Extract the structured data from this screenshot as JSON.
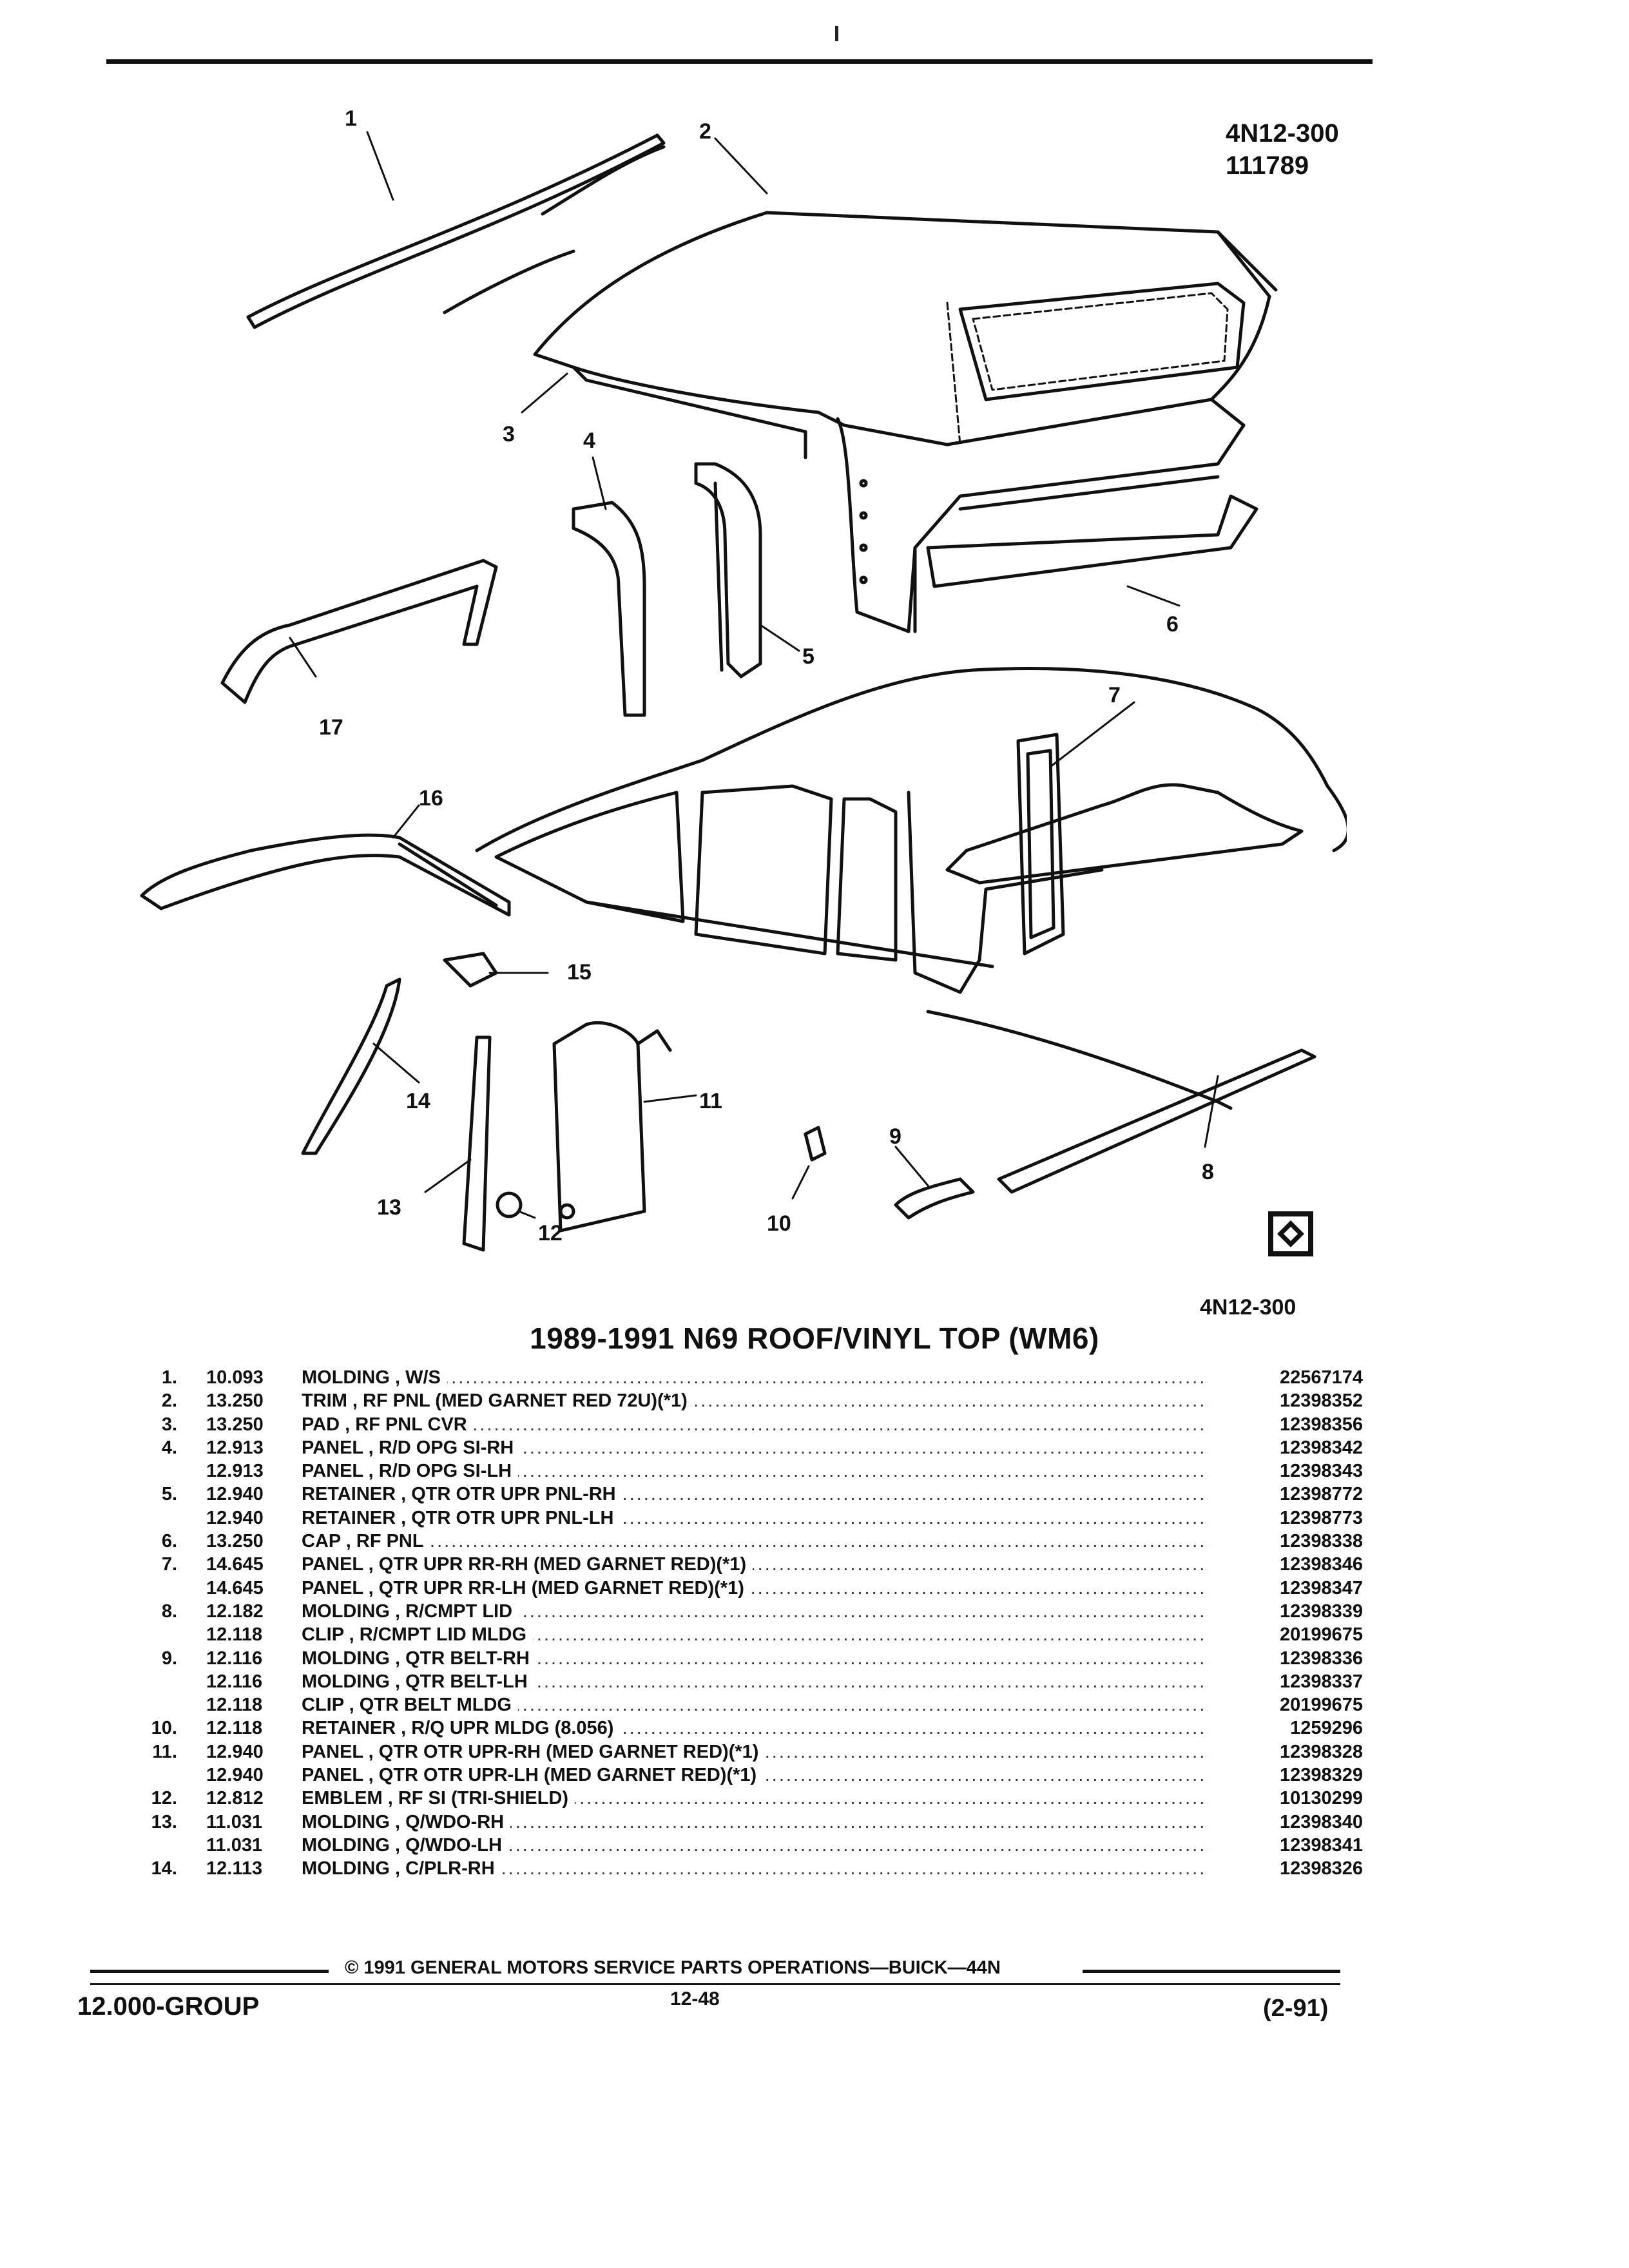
{
  "header": {
    "code": "4N12-300",
    "sub_code": "111789"
  },
  "diagram": {
    "code_bottom": "4N12-300",
    "callouts": [
      "1",
      "2",
      "3",
      "4",
      "5",
      "6",
      "7",
      "8",
      "9",
      "10",
      "11",
      "12",
      "13",
      "14",
      "15",
      "16",
      "17"
    ]
  },
  "title": "1989-1991 N69 ROOF/VINYL TOP (WM6)",
  "parts": [
    {
      "num": "1.",
      "group": "10.093",
      "desc": "MOLDING , W/S",
      "part": "22567174"
    },
    {
      "num": "2.",
      "group": "13.250",
      "desc": "TRIM , RF PNL (MED GARNET RED 72U)(*1)",
      "part": "12398352"
    },
    {
      "num": "3.",
      "group": "13.250",
      "desc": "PAD , RF PNL CVR",
      "part": "12398356"
    },
    {
      "num": "4.",
      "group": "12.913",
      "desc": "PANEL , R/D OPG SI-RH",
      "part": "12398342"
    },
    {
      "num": "",
      "group": "12.913",
      "desc": "PANEL , R/D OPG SI-LH",
      "part": "12398343"
    },
    {
      "num": "5.",
      "group": "12.940",
      "desc": "RETAINER , QTR OTR UPR PNL-RH",
      "part": "12398772"
    },
    {
      "num": "",
      "group": "12.940",
      "desc": "RETAINER , QTR OTR UPR PNL-LH",
      "part": "12398773"
    },
    {
      "num": "6.",
      "group": "13.250",
      "desc": "CAP , RF PNL",
      "part": "12398338"
    },
    {
      "num": "7.",
      "group": "14.645",
      "desc": "PANEL , QTR UPR RR-RH (MED GARNET RED)(*1)",
      "part": "12398346"
    },
    {
      "num": "",
      "group": "14.645",
      "desc": "PANEL , QTR UPR RR-LH (MED GARNET RED)(*1)",
      "part": "12398347"
    },
    {
      "num": "8.",
      "group": "12.182",
      "desc": "MOLDING , R/CMPT LID",
      "part": "12398339"
    },
    {
      "num": "",
      "group": "12.118",
      "desc": "CLIP , R/CMPT LID MLDG",
      "part": "20199675"
    },
    {
      "num": "9.",
      "group": "12.116",
      "desc": "MOLDING , QTR BELT-RH",
      "part": "12398336"
    },
    {
      "num": "",
      "group": "12.116",
      "desc": "MOLDING , QTR BELT-LH",
      "part": "12398337"
    },
    {
      "num": "",
      "group": "12.118",
      "desc": "CLIP , QTR BELT MLDG",
      "part": "20199675"
    },
    {
      "num": "10.",
      "group": "12.118",
      "desc": "RETAINER , R/Q UPR MLDG (8.056)",
      "part": "1259296"
    },
    {
      "num": "11.",
      "group": "12.940",
      "desc": "PANEL , QTR OTR UPR-RH (MED GARNET RED)(*1)",
      "part": "12398328"
    },
    {
      "num": "",
      "group": "12.940",
      "desc": "PANEL , QTR OTR UPR-LH (MED GARNET RED)(*1)",
      "part": "12398329"
    },
    {
      "num": "12.",
      "group": "12.812",
      "desc": "EMBLEM , RF SI (TRI-SHIELD)",
      "part": "10130299"
    },
    {
      "num": "13.",
      "group": "11.031",
      "desc": "MOLDING , Q/WDO-RH",
      "part": "12398340"
    },
    {
      "num": "",
      "group": "11.031",
      "desc": "MOLDING , Q/WDO-LH",
      "part": "12398341"
    },
    {
      "num": "14.",
      "group": "12.113",
      "desc": "MOLDING , C/PLR-RH",
      "part": "12398326"
    }
  ],
  "footer": {
    "copyright": "© 1991 GENERAL MOTORS SERVICE PARTS OPERATIONS—BUICK—44N",
    "page": "12-48",
    "group": "12.000-GROUP",
    "date": "(2-91)"
  }
}
